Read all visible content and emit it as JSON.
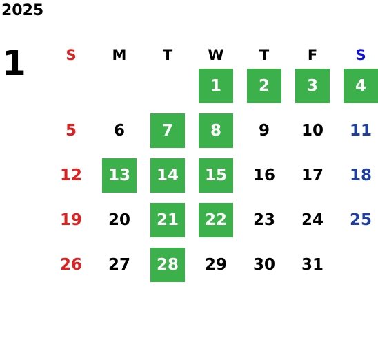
{
  "calendar": {
    "year": "2025",
    "month": "1",
    "weekdays": [
      "S",
      "M",
      "T",
      "W",
      "T",
      "F",
      "S"
    ],
    "weeks": [
      [
        null,
        null,
        null,
        {
          "day": "1",
          "highlight": true
        },
        {
          "day": "2",
          "highlight": true
        },
        {
          "day": "3",
          "highlight": true
        },
        {
          "day": "4",
          "highlight": true
        }
      ],
      [
        {
          "day": "5",
          "highlight": false
        },
        {
          "day": "6",
          "highlight": false
        },
        {
          "day": "7",
          "highlight": true
        },
        {
          "day": "8",
          "highlight": true
        },
        {
          "day": "9",
          "highlight": false
        },
        {
          "day": "10",
          "highlight": false
        },
        {
          "day": "11",
          "highlight": false
        }
      ],
      [
        {
          "day": "12",
          "highlight": false
        },
        {
          "day": "13",
          "highlight": true
        },
        {
          "day": "14",
          "highlight": true
        },
        {
          "day": "15",
          "highlight": true
        },
        {
          "day": "16",
          "highlight": false
        },
        {
          "day": "17",
          "highlight": false
        },
        {
          "day": "18",
          "highlight": false
        }
      ],
      [
        {
          "day": "19",
          "highlight": false
        },
        {
          "day": "20",
          "highlight": false
        },
        {
          "day": "21",
          "highlight": true
        },
        {
          "day": "22",
          "highlight": true
        },
        {
          "day": "23",
          "highlight": false
        },
        {
          "day": "24",
          "highlight": false
        },
        {
          "day": "25",
          "highlight": false
        }
      ],
      [
        {
          "day": "26",
          "highlight": false
        },
        {
          "day": "27",
          "highlight": false
        },
        {
          "day": "28",
          "highlight": true
        },
        {
          "day": "29",
          "highlight": false
        },
        {
          "day": "30",
          "highlight": false
        },
        {
          "day": "31",
          "highlight": false
        },
        null
      ]
    ]
  },
  "colors": {
    "highlight": "#3cb04a",
    "sunday": "#e02020",
    "saturday": "#1e3ea0",
    "saturday_header": "#1010dd",
    "weekday": "#000000"
  }
}
